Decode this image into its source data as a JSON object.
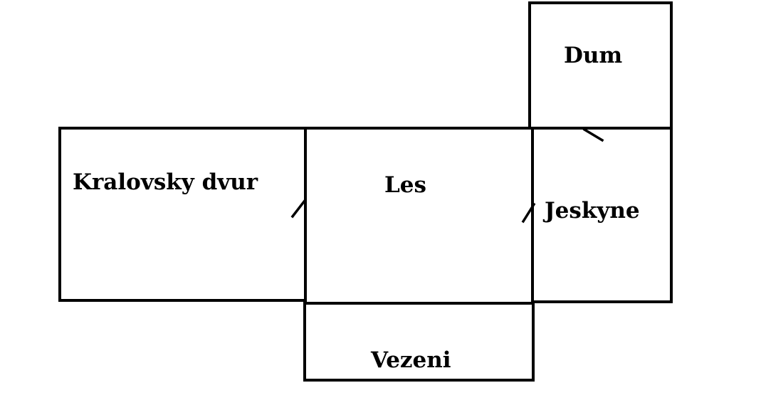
{
  "diagram": {
    "rooms": {
      "kralovsky_dvur": "Kralovsky dvur",
      "les": "Les",
      "jeskyne": "Jeskyne",
      "dum": "Dum",
      "vezeni": "Vezeni"
    },
    "colors": {
      "line": "#000000",
      "background": "#ffffff"
    }
  }
}
